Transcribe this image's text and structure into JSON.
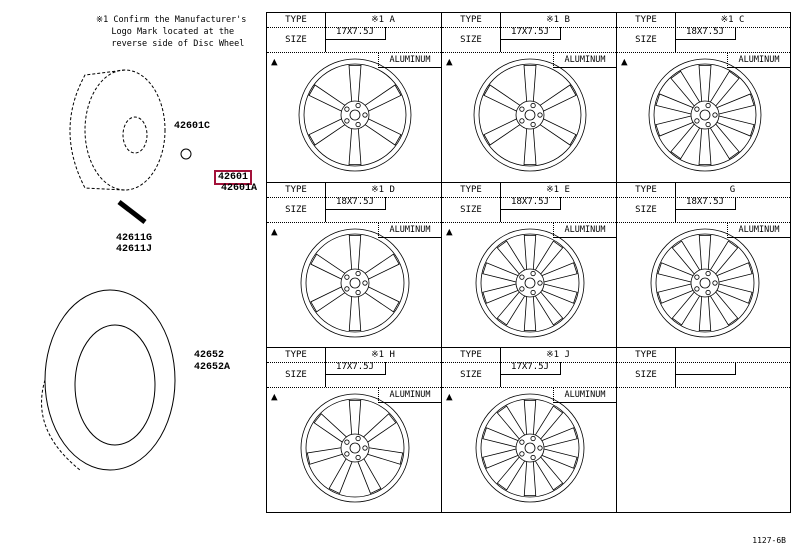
{
  "note": "※1 Confirm the Manufacturer's\n   Logo Mark located at the\n   reverse side of Disc Wheel",
  "labels": {
    "p42601c": "42601C",
    "p42601": "42601",
    "p42601a": "42601A",
    "p42611g": "42611G",
    "p42611j": "42611J",
    "p42652": "42652",
    "p42652a": "42652A"
  },
  "highlight_color": "#a3123a",
  "panels": [
    {
      "type_label": "TYPE",
      "type": "※1 A",
      "size_label": "SIZE",
      "size": "17X7.5J",
      "material": "ALUMINUM",
      "icon": "logo-icon"
    },
    {
      "type_label": "TYPE",
      "type": "※1 B",
      "size_label": "SIZE",
      "size": "17X7.5J",
      "material": "ALUMINUM",
      "icon": "logo-icon"
    },
    {
      "type_label": "TYPE",
      "type": "※1 C",
      "size_label": "SIZE",
      "size": "18X7.5J",
      "material": "ALUMINUM",
      "icon": "logo-icon"
    },
    {
      "type_label": "TYPE",
      "type": "※1 D",
      "size_label": "SIZE",
      "size": "18X7.5J",
      "material": "ALUMINUM",
      "icon": "logo-icon"
    },
    {
      "type_label": "TYPE",
      "type": "※1 E",
      "size_label": "SIZE",
      "size": "18X7.5J",
      "material": "ALUMINUM",
      "icon": "logo-icon"
    },
    {
      "type_label": "TYPE",
      "type": "G",
      "size_label": "SIZE",
      "size": "18X7.5J",
      "material": "ALUMINUM",
      "icon": ""
    },
    {
      "type_label": "TYPE",
      "type": "※1 H",
      "size_label": "SIZE",
      "size": "17X7.5J",
      "material": "ALUMINUM",
      "icon": "logo-icon"
    },
    {
      "type_label": "TYPE",
      "type": "※1 J",
      "size_label": "SIZE",
      "size": "17X7.5J",
      "material": "ALUMINUM",
      "icon": "logo-icon"
    },
    {
      "type_label": "TYPE",
      "type": "",
      "size_label": "SIZE",
      "size": "",
      "material": "",
      "icon": ""
    }
  ],
  "footer_code": "1127-6B"
}
